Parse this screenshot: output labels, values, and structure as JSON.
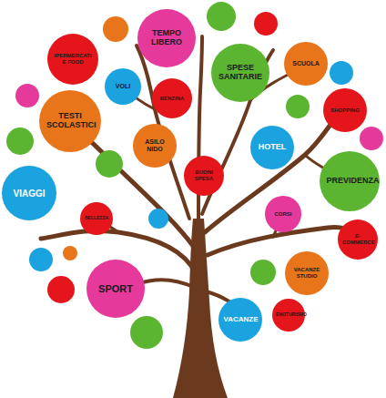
{
  "diagram": {
    "nodes": [
      {
        "text": [
          "TEMPO LIBERO"
        ]
      },
      {
        "text": [
          "IPERMERCATI E FOOD"
        ]
      },
      {
        "text": [
          "SCUOLA"
        ]
      },
      {
        "text": [
          "SPESE SANITARIE"
        ]
      },
      {
        "text": [
          "VOLI"
        ]
      },
      {
        "text": [
          "BENZINA"
        ]
      },
      {
        "text": [
          "SHOPPING"
        ]
      },
      {
        "text": [
          "TESTI SCOLASTICI"
        ]
      },
      {
        "text": [
          "ASILO NIDO"
        ]
      },
      {
        "text": [
          "HOTEL"
        ]
      },
      {
        "text": [
          "BUONI SPESA"
        ]
      },
      {
        "text": [
          "PREVIDENZA"
        ]
      },
      {
        "text": [
          "VIAGGI"
        ]
      },
      {
        "text": [
          "CORSI"
        ]
      },
      {
        "text": [
          "BELLEZZA"
        ]
      },
      {
        "text": [
          "E-COMMERCE"
        ]
      },
      {
        "text": [
          "VACANZE STUDIO"
        ]
      },
      {
        "text": [
          "SPORT"
        ]
      },
      {
        "text": [
          "ENOTURISMO"
        ]
      },
      {
        "text": [
          "VACANZE"
        ]
      }
    ]
  }
}
